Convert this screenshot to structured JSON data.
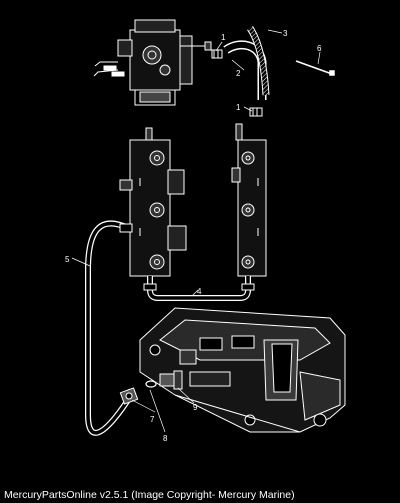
{
  "callouts": [
    {
      "id": "1a",
      "text": "1"
    },
    {
      "id": "2",
      "text": "2"
    },
    {
      "id": "3",
      "text": "3"
    },
    {
      "id": "6",
      "text": "6"
    },
    {
      "id": "1b",
      "text": "1"
    },
    {
      "id": "5",
      "text": "5"
    },
    {
      "id": "4",
      "text": "4"
    },
    {
      "id": "8",
      "text": "8"
    },
    {
      "id": "9",
      "text": "9"
    },
    {
      "id": "7",
      "text": "7"
    }
  ],
  "footer": {
    "text": "MercuryPartsOnline v2.5.1 (Image Copyright- Mercury Marine)"
  },
  "colors": {
    "background": "#000000",
    "line": "#ffffff",
    "shade": "#555555"
  }
}
